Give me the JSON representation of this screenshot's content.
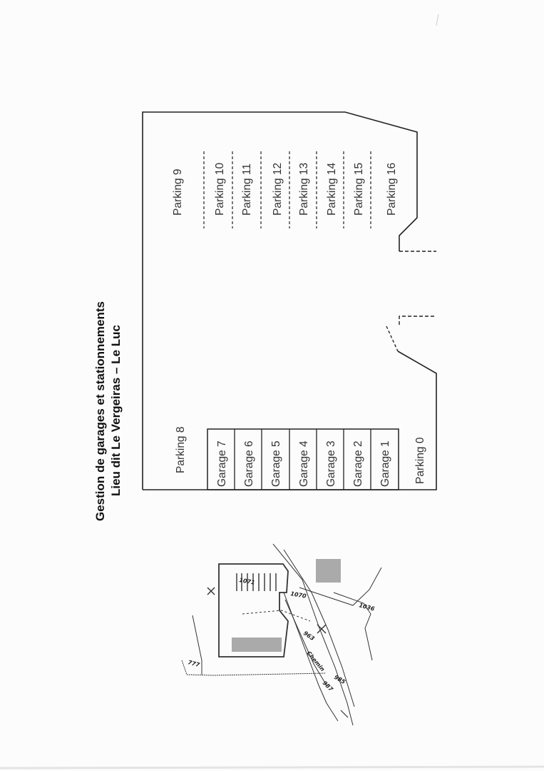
{
  "title": {
    "line1": "Gestion de garages et stationnements",
    "line2": "Lieu dit Le Vergeiras – Le Luc"
  },
  "garages": [
    "Garage 7",
    "Garage 6",
    "Garage 5",
    "Garage 4",
    "Garage 3",
    "Garage 2",
    "Garage 1"
  ],
  "parkings_left": {
    "top": "Parking 8",
    "bottom": "Parking 0"
  },
  "parkings_right": [
    "Parking 9",
    "Parking 10",
    "Parking 11",
    "Parking 12",
    "Parking 13",
    "Parking 14",
    "Parking 15",
    "Parking 16"
  ],
  "cadastre": {
    "parcels": [
      "777",
      "963",
      "985",
      "987",
      "1036",
      "1070",
      "1071"
    ],
    "road": "Chemin"
  }
}
